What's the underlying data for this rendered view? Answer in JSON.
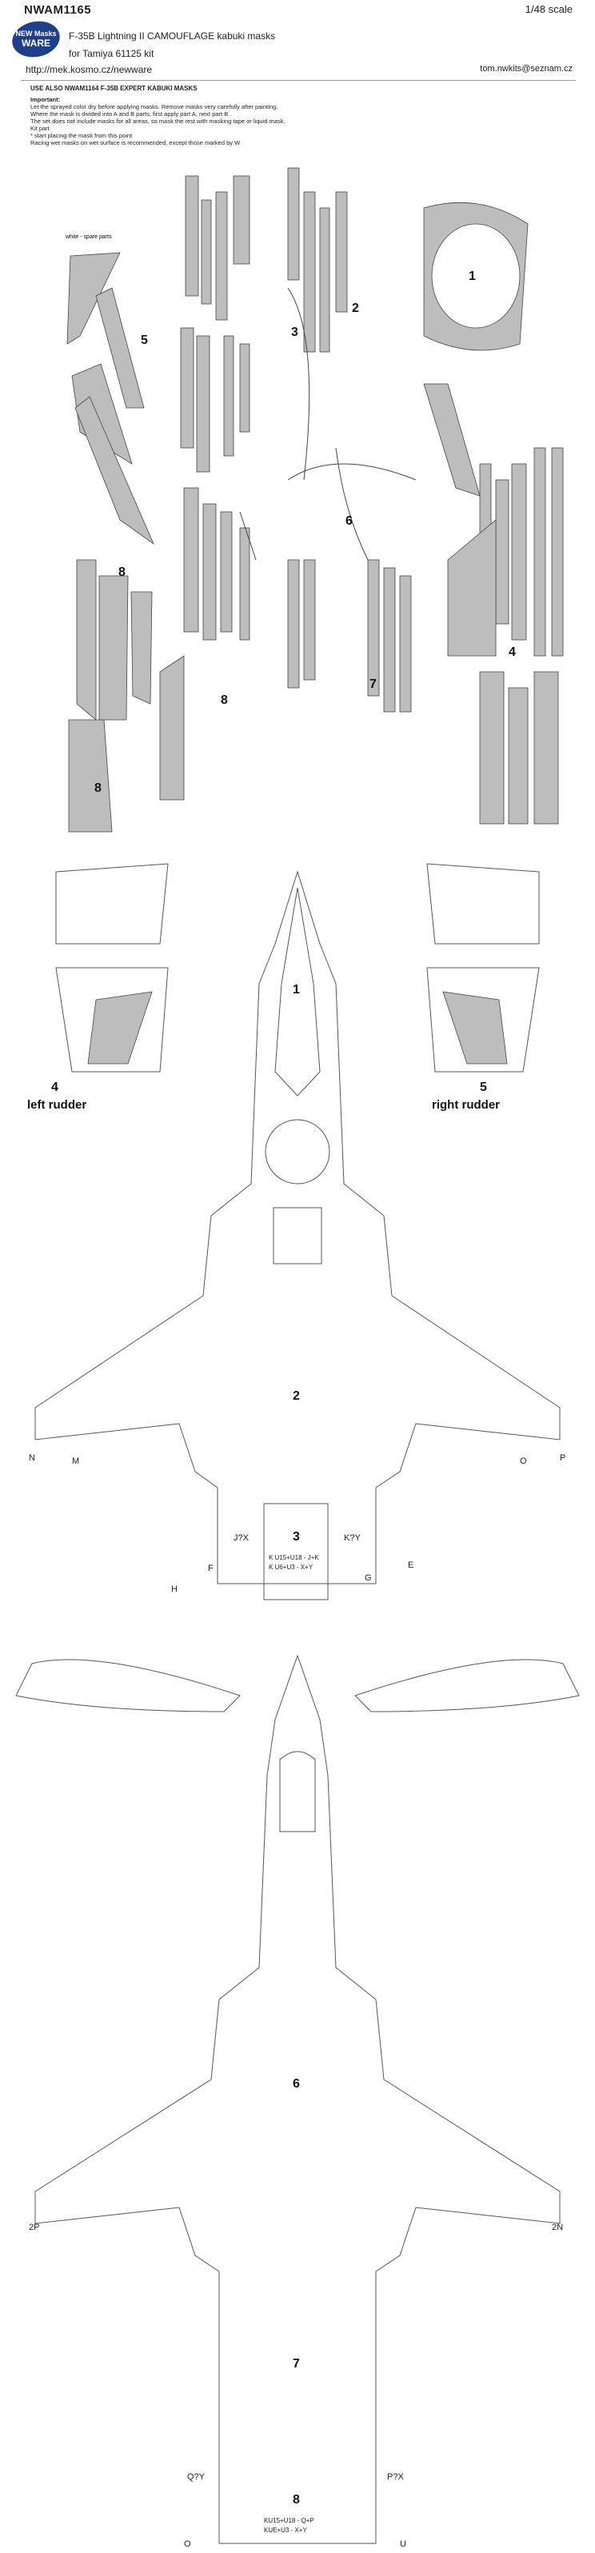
{
  "header": {
    "product_code": "NWAM1165",
    "scale": "1/48 scale",
    "title": "F-35B Lightning II CAMOUFLAGE kabuki masks",
    "kit": "for Tamiya 61125 kit",
    "url": "http://mek.kosmo.cz/newware",
    "email": "tom.nwkits@seznam.cz",
    "logo_text": [
      "NEW Masks",
      "WARE"
    ]
  },
  "see_also": "USE ALSO NWAM1164 F-35B EXPERT KABUKI MASKS",
  "instructions": {
    "heading": "Important:",
    "lines": [
      "Let the sprayed color dry before applying masks. Remove masks very carefully after painting.",
      "Where the mask is divided into A and B parts, first apply part A, next part B .",
      "The set does not include masks for all areas, so mask the rest with masking tape or liquid mask.",
      "Kit part",
      "* start placing the mask from this point",
      "Racing wet masks on wet surface is recommended, except those marked by W"
    ]
  },
  "mask_sheet": {
    "white_spare_label": "white - spare parts",
    "numbers": [
      "1",
      "2",
      "3",
      "4",
      "5",
      "6",
      "7",
      "8",
      "8",
      "8"
    ]
  },
  "diagrams": {
    "top_view_numbers": [
      "1",
      "2",
      "3"
    ],
    "left_rudder": {
      "number": "4",
      "label": "left rudder"
    },
    "right_rudder": {
      "number": "5",
      "label": "right rudder"
    },
    "formula_top": [
      "K U15+U18 - J+K",
      "K U6+U3 - X+Y"
    ],
    "formula_bottom": [
      "KU15+U18 - Q+P",
      "KUE+U3 - X+Y"
    ],
    "bottom_view_numbers": [
      "6",
      "7",
      "8"
    ],
    "edge_labels_top": [
      "N",
      "M",
      "O",
      "P",
      "F",
      "H",
      "G",
      "E",
      "J?X",
      "K?Y"
    ],
    "edge_labels_bottom": [
      "2P",
      "2N",
      "Q?Y",
      "P?X",
      "O",
      "U"
    ]
  }
}
